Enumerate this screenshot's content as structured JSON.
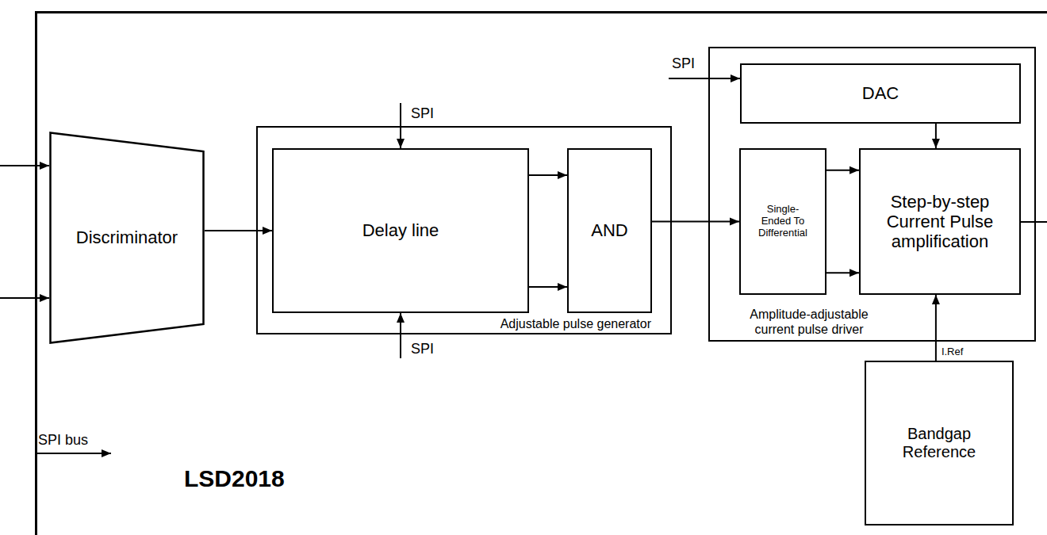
{
  "diagram": {
    "nodes": [
      {
        "text": [
          "LSD2018"
        ]
      },
      {
        "text": [
          "Discriminator"
        ],
        "in": 0
      },
      {
        "text": [
          "Adjustable pulse generator"
        ],
        "in": 0
      },
      {
        "text": [
          "Delay line"
        ],
        "in": 2
      },
      {
        "text": [
          "AND"
        ],
        "in": 2
      },
      {
        "text": [
          "Amplitude-adjustable current pulse driver"
        ],
        "in": 0
      },
      {
        "text": [
          "DAC"
        ],
        "in": 5
      },
      {
        "text": [
          "Single-Ended To Differential"
        ],
        "in": 5
      },
      {
        "text": [
          "Step-by-step Current Pulse amplification"
        ],
        "in": 5
      },
      {
        "text": [
          "Bandgap Reference"
        ],
        "in": 0
      }
    ],
    "edges": [
      {
        "from": 1,
        "to": 3,
        "arrow": "to"
      },
      {
        "from": 3,
        "to": 4,
        "arrow": "to"
      },
      {
        "from": 3,
        "to": 4,
        "arrow": "to"
      },
      {
        "from": 4,
        "to": 7,
        "arrow": "to"
      },
      {
        "from": 7,
        "to": 8,
        "arrow": "to"
      },
      {
        "from": 7,
        "to": 8,
        "arrow": "to"
      },
      {
        "from": 6,
        "to": 8,
        "arrow": "to"
      },
      {
        "from": 9,
        "to": 8,
        "label": "I.Ref",
        "arrow": "to"
      }
    ],
    "labels": [
      "SPI",
      "SPI",
      "SPI",
      "SPI bus"
    ]
  }
}
